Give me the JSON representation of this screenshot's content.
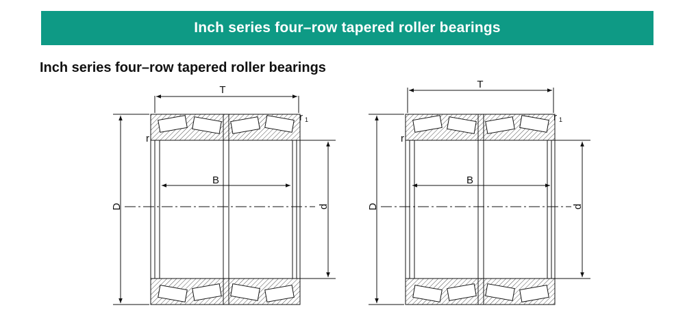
{
  "banner": {
    "title": "Inch series four–row tapered roller bearings"
  },
  "section": {
    "title": "Inch series four–row tapered roller bearings"
  },
  "drawings": [
    {
      "labels": {
        "T": "T",
        "B": "B",
        "D": "D",
        "d": "d",
        "r": "r",
        "r1": "r",
        "r1_sub": "1"
      }
    },
    {
      "labels": {
        "T": "T",
        "B": "B",
        "D": "D",
        "d": "d",
        "r": "r",
        "r1": "r",
        "r1_sub": "1"
      }
    }
  ],
  "colors": {
    "banner": "#0e9a85",
    "line": "#111111"
  }
}
